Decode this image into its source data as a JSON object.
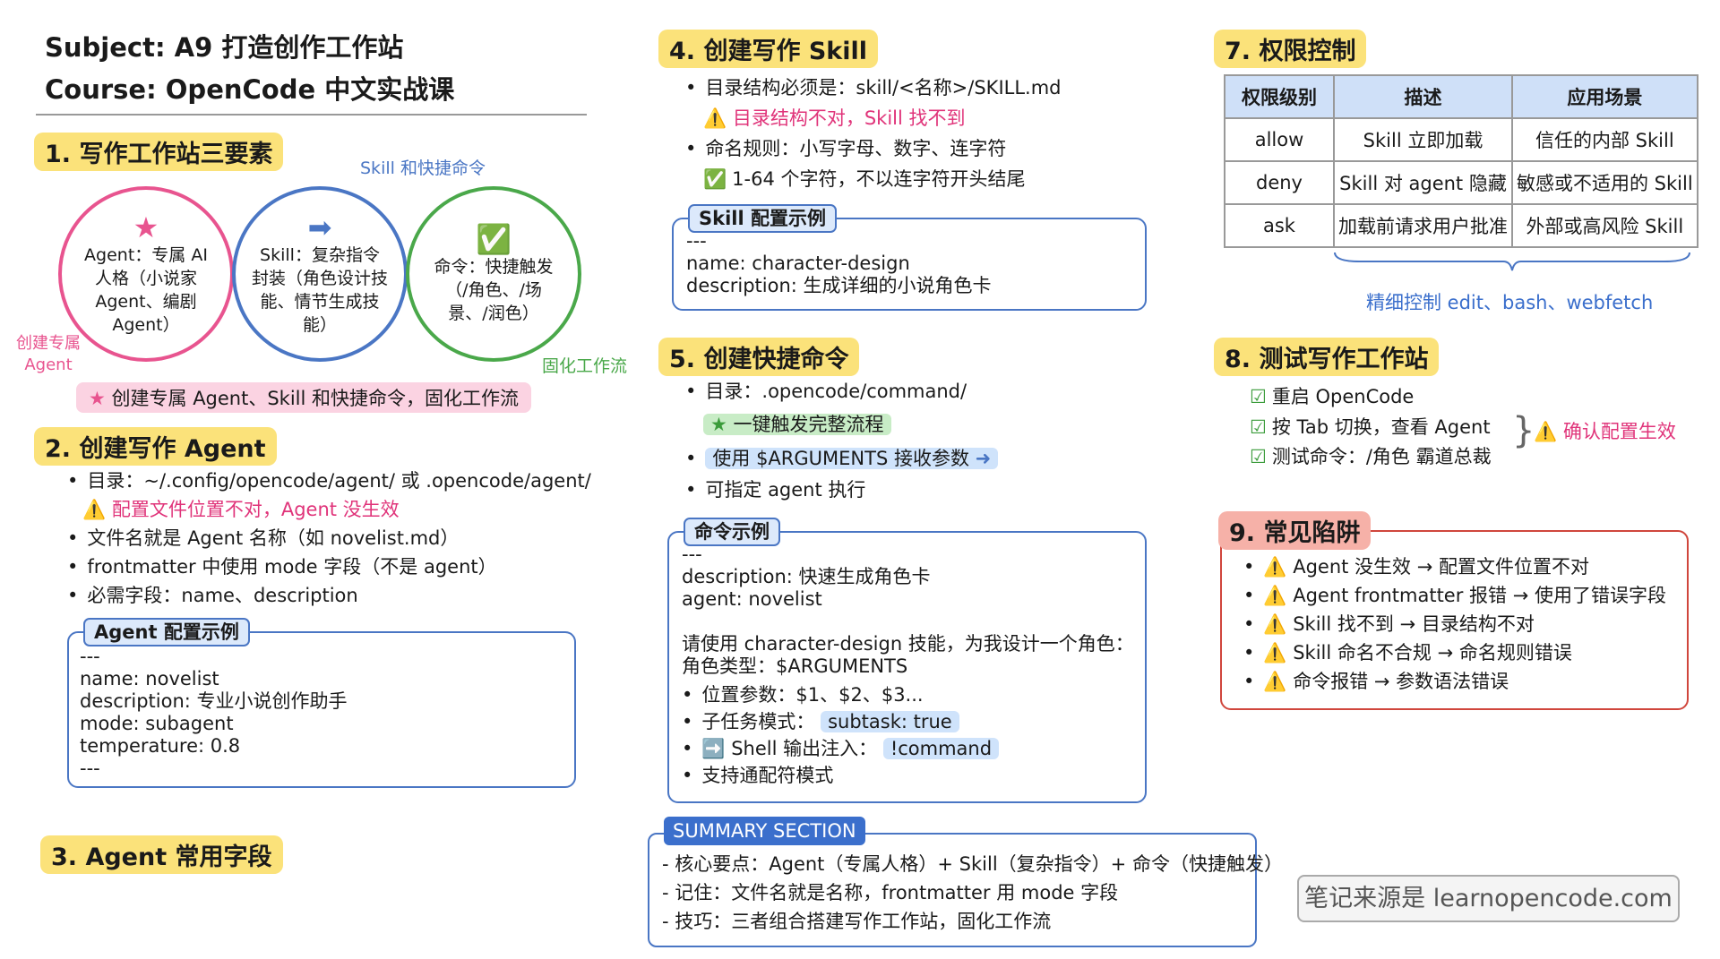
{
  "header": {
    "subject": "Subject: A9 打造创作工作站",
    "course": "Course: OpenCode 中文实战课"
  },
  "s1": {
    "title": "1. 写作工作站三要素",
    "skill_note": "Skill 和快捷命令",
    "agent_note": "创建专属\nAgent",
    "flow_note": "固化工作流",
    "circles": [
      {
        "icon": "star-icon",
        "text": "Agent：专属 AI 人格（小说家 Agent、编剧 Agent）"
      },
      {
        "icon": "arrow-right-icon",
        "text": "Skill：复杂指令封装（角色设计技能、情节生成技能）"
      },
      {
        "icon": "check-icon",
        "text": "命令：快捷触发（/角色、/场景、/润色）"
      }
    ],
    "banner": "创建专属 Agent、Skill 和快捷命令，固化工作流"
  },
  "s2": {
    "title": "2. 创建写作 Agent",
    "items": [
      "目录：~/.config/opencode/agent/ 或 .opencode/agent/",
      "配置文件位置不对，Agent 没生效",
      "文件名就是 Agent 名称（如 novelist.md）",
      "frontmatter 中使用 mode 字段（不是 agent）",
      "必需字段：name、description"
    ],
    "box_label": "Agent 配置示例",
    "code": "---\nname: novelist\ndescription: 专业小说创作助手\nmode: subagent\ntemperature: 0.8\n---"
  },
  "s3": {
    "title": "3. Agent 常用字段"
  },
  "s4": {
    "title": "4. 创建写作 Skill",
    "items": [
      "目录结构必须是：skill/<名称>/SKILL.md",
      "目录结构不对，Skill 找不到",
      "命名规则：小写字母、数字、连字符",
      "1-64 个字符，不以连字符开头结尾"
    ],
    "box_label": "Skill 配置示例",
    "code": "---\nname: character-design\ndescription: 生成详细的小说角色卡"
  },
  "s5": {
    "title": "5. 创建快捷命令",
    "items": [
      "目录：.opencode/command/",
      "一键触发完整流程",
      "使用 $ARGUMENTS 接收参数",
      "可指定 agent 执行"
    ],
    "box_label": "命令示例",
    "code": "---\ndescription: 快速生成角色卡\nagent: novelist\n\n请使用 character-design 技能，为我设计一个角色：\n角色类型：$ARGUMENTS",
    "sub": [
      "位置参数：$1、$2、$3...",
      "子任务模式：",
      "subtask: true",
      "Shell 输出注入：",
      "!command",
      "支持通配符模式"
    ]
  },
  "summary": {
    "label": "SUMMARY SECTION",
    "items": [
      "- 核心要点：Agent（专属人格）+ Skill（复杂指令）+ 命令（快捷触发）",
      "- 记住：文件名就是名称，frontmatter 用 mode 字段",
      "- 技巧：三者组合搭建写作工作站，固化工作流"
    ]
  },
  "s7": {
    "title": "7. 权限控制",
    "headers": [
      "权限级别",
      "描述",
      "应用场景"
    ],
    "rows": [
      [
        "allow",
        "Skill 立即加载",
        "信任的内部 Skill"
      ],
      [
        "deny",
        "Skill 对 agent 隐藏",
        "敏感或不适用的 Skill"
      ],
      [
        "ask",
        "加载前请求用户批准",
        "外部或高风险 Skill"
      ]
    ],
    "note": "精细控制 edit、bash、webfetch"
  },
  "s8": {
    "title": "8. 测试写作工作站",
    "items": [
      "重启 OpenCode",
      "按 Tab 切换，查看 Agent",
      "测试命令：/角色 霸道总裁"
    ],
    "note": "确认配置生效"
  },
  "s9": {
    "title": "9. 常见陷阱",
    "items": [
      "Agent 没生效 → 配置文件位置不对",
      "Agent frontmatter 报错 → 使用了错误字段",
      "Skill 找不到 → 目录结构不对",
      "Skill 命名不合规 → 命名规则错误",
      "命令报错 → 参数语法错误"
    ]
  },
  "watermark": "笔记来源是 learnopencode.com",
  "colors": {
    "pink": "#e8548f",
    "blue": "#4a76c4",
    "green": "#4aa84a",
    "yellow": "#fbe27a",
    "red": "#d0463c"
  }
}
